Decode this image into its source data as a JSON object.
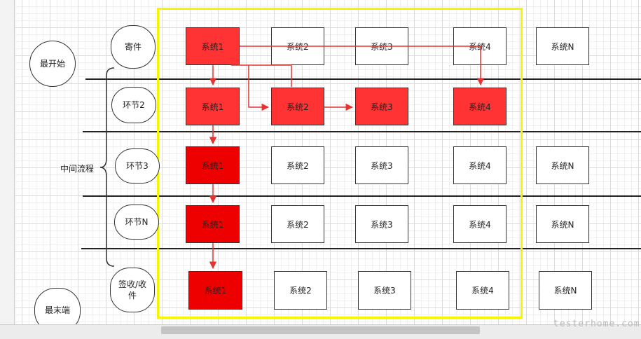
{
  "start_label": "最开始",
  "end_label": "最末端",
  "middle_label": "中间流程",
  "rows": [
    {
      "stage": "寄件",
      "boxes": [
        "系统1",
        "系统2",
        "系统3",
        "系统4",
        "系统N"
      ],
      "states": [
        "red",
        "white",
        "white",
        "white",
        "white"
      ]
    },
    {
      "stage": "环节2",
      "boxes": [
        "系统1",
        "系统2",
        "系统3",
        "系统4"
      ],
      "states": [
        "red",
        "red",
        "red",
        "red"
      ]
    },
    {
      "stage": "环节3",
      "boxes": [
        "系统1",
        "系统2",
        "系统3",
        "系统4",
        "系统N"
      ],
      "states": [
        "dark",
        "white",
        "white",
        "white",
        "white"
      ]
    },
    {
      "stage": "环节N",
      "boxes": [
        "系统1",
        "系统2",
        "系统3",
        "系统4",
        "系统N"
      ],
      "states": [
        "dark",
        "white",
        "white",
        "white",
        "white"
      ]
    },
    {
      "stage_line1": "签收/收",
      "stage_line2": "件",
      "boxes": [
        "系统1",
        "系统2",
        "系统3",
        "系统4",
        "系统N"
      ],
      "states": [
        "dark",
        "white",
        "white",
        "white",
        "white"
      ]
    }
  ],
  "colors": {
    "red": "#ff3333",
    "dark_red": "#ee0000",
    "arrow": "#e53333",
    "frame": "#f5f500"
  },
  "watermark": "testerhome.com"
}
